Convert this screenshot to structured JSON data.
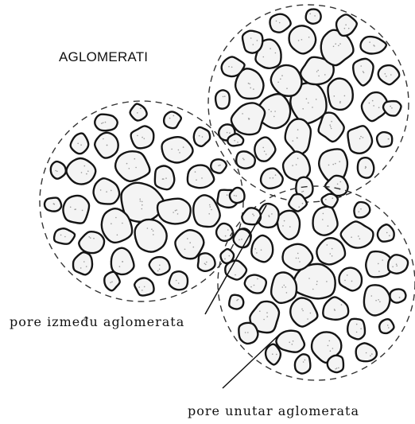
{
  "labels": {
    "title": "AGLOMERATI",
    "pores_between": "pore između aglomerata",
    "pores_within": "pore unutar aglomerata"
  },
  "colors": {
    "outline": "#141414",
    "grain_fill": "#f4f4f4",
    "speckle": "#9a9a9a"
  }
}
